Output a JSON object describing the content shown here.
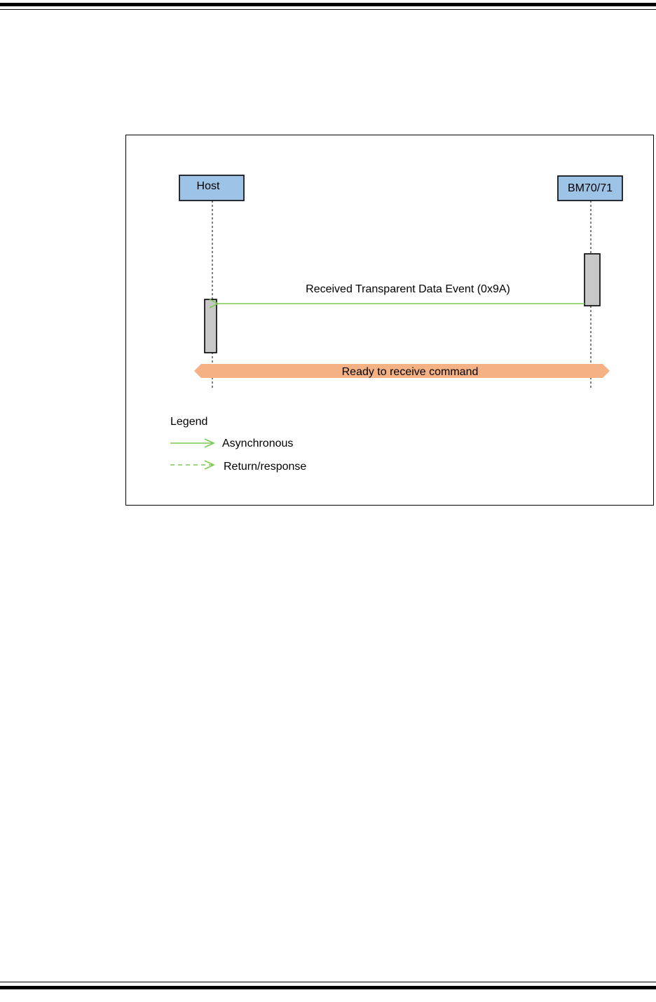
{
  "diagram": {
    "participants": [
      {
        "id": "host",
        "label": "Host"
      },
      {
        "id": "module",
        "label": "BM70/71"
      }
    ],
    "message": {
      "label": "Received Transparent Data Event (0x9A)",
      "from": "BM70/71",
      "to": "Host",
      "style": "asynchronous"
    },
    "state_band": {
      "label": "Ready to receive command"
    },
    "legend": {
      "title": "Legend",
      "items": [
        {
          "label": "Asynchronous",
          "style": "solid"
        },
        {
          "label": "Return/response",
          "style": "dashed"
        }
      ]
    },
    "colors": {
      "participant_fill": "#9DC3E6",
      "activation_fill": "#C8C8C8",
      "arrow": "#7CCB52",
      "band": "#F4B183"
    }
  }
}
